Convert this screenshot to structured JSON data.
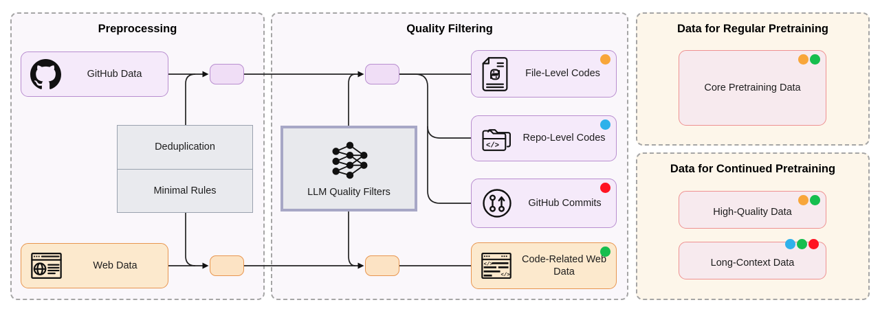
{
  "figure": {
    "preprocessing": {
      "title": "Preprocessing",
      "github_source": "GitHub Data",
      "web_source": "Web Data",
      "rules": [
        "Deduplication",
        "Minimal Rules"
      ]
    },
    "quality_filtering": {
      "title": "Quality Filtering",
      "filter_label": "LLM Quality Filters",
      "outputs": [
        {
          "label": "File-Level Codes",
          "dots": [
            "orange"
          ]
        },
        {
          "label": "Repo-Level Codes",
          "dots": [
            "blue"
          ]
        },
        {
          "label": "GitHub Commits",
          "dots": [
            "red"
          ]
        },
        {
          "label": "Code-Related Web Data",
          "dots": [
            "green"
          ]
        }
      ]
    },
    "regular_pretraining": {
      "title": "Data for Regular Pretraining",
      "items": [
        {
          "label": "Core Pretraining Data",
          "dots": [
            "orange",
            "green"
          ]
        }
      ]
    },
    "continued_pretraining": {
      "title": "Data for Continued Pretraining",
      "items": [
        {
          "label": "High-Quality Data",
          "dots": [
            "orange",
            "green"
          ]
        },
        {
          "label": "Long-Context Data",
          "dots": [
            "blue",
            "green",
            "red"
          ]
        }
      ]
    }
  },
  "colors": {
    "orange": "#F8A63A",
    "blue": "#2FB1EA",
    "red": "#FF1322",
    "green": "#16BE4E"
  }
}
